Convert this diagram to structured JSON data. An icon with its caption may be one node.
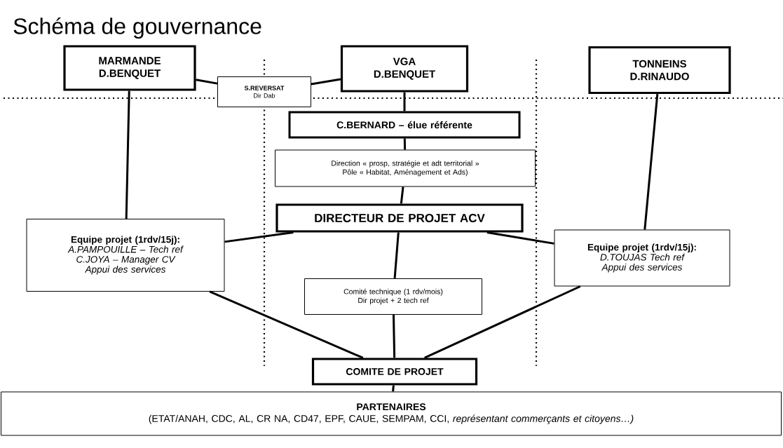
{
  "diagram": {
    "title": "Schéma de gouvernance",
    "nodes": [
      {
        "text": [
          "MARMANDE",
          "D.BENQUET"
        ]
      },
      {
        "text": [
          "S.REVERSAT",
          "Dir Dab"
        ]
      },
      {
        "text": [
          "VGA",
          "D.BENQUET"
        ]
      },
      {
        "text": [
          "TONNEINS",
          "D.RINAUDO"
        ]
      },
      {
        "text": [
          "C.BERNARD – élue référente"
        ]
      },
      {
        "text": [
          "Direction « prosp, stratégie et adt territorial »",
          "Pôle « Habitat, Aménagement et Ads)"
        ]
      },
      {
        "text": [
          "DIRECTEUR DE PROJET ACV"
        ]
      },
      {
        "text": [
          "Equipe projet (1rdv/15j):",
          "A.PAMPOUILLE – Tech ref",
          "C.JOYA – Manager CV",
          "Appui des services"
        ]
      },
      {
        "text": [
          "Equipe projet (1rdv/15j):",
          "D.TOUJAS Tech ref",
          "Appui des services"
        ]
      },
      {
        "text": [
          "Comité technique (1 rdv/mois)",
          "Dir projet + 2 tech ref"
        ]
      },
      {
        "text": [
          "COMITE DE PROJET"
        ]
      },
      {
        "text": [
          "PARTENAIRES",
          "(ETAT/ANAH, CDC, AL, CR NA, CD47, EPF, CAUE, SEMPAM, CCI, *représentant commerçants et citoyens…)*"
        ]
      }
    ],
    "edges": [
      {
        "from": 0,
        "to": 1,
        "arrow": "none"
      },
      {
        "from": 1,
        "to": 2,
        "arrow": "none"
      },
      {
        "from": 2,
        "to": 4,
        "arrow": "none"
      },
      {
        "from": 4,
        "to": 5,
        "arrow": "none"
      },
      {
        "from": 5,
        "to": 6,
        "arrow": "none"
      },
      {
        "from": 0,
        "to": 7,
        "arrow": "none"
      },
      {
        "from": 6,
        "to": 7,
        "arrow": "none"
      },
      {
        "from": 3,
        "to": 8,
        "arrow": "none"
      },
      {
        "from": 6,
        "to": 8,
        "arrow": "none"
      },
      {
        "from": 6,
        "to": 9,
        "arrow": "none"
      },
      {
        "from": 9,
        "to": 10,
        "arrow": "none"
      },
      {
        "from": 7,
        "to": 10,
        "arrow": "none"
      },
      {
        "from": 8,
        "to": 10,
        "arrow": "none"
      },
      {
        "from": 10,
        "to": 11,
        "arrow": "none"
      }
    ]
  }
}
